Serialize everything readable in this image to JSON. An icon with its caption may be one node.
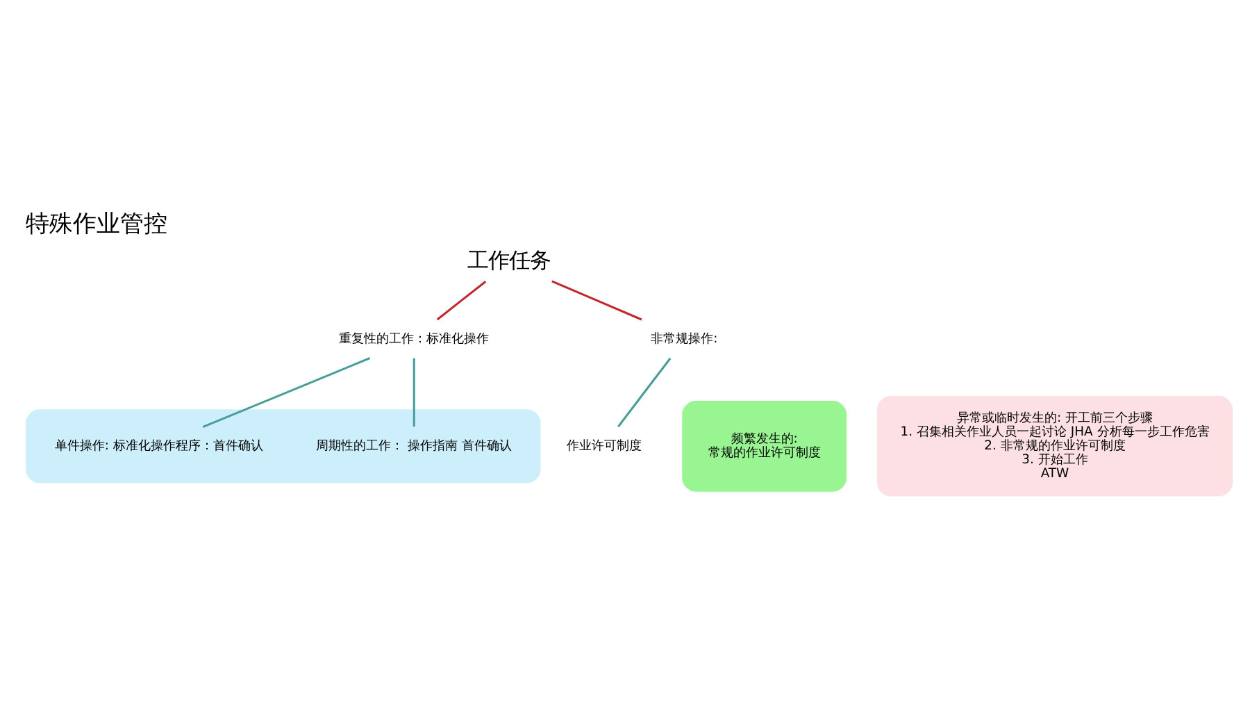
{
  "diagram": {
    "title": "特殊作业管控",
    "nodes": [
      {
        "text": [
          "工作任务"
        ]
      },
      {
        "text": [
          "重复性的工作：标准化操作"
        ]
      },
      {
        "text": [
          "非常规操作:"
        ]
      },
      {
        "text": [
          "作业许可制度"
        ]
      },
      {
        "text": [],
        "shape": "box"
      },
      {
        "text": [
          "单件操作: 标准化操作程序：首件确认"
        ],
        "in": 4
      },
      {
        "text": [
          "周期性的工作： 操作指南 首件确认"
        ],
        "in": 4
      },
      {
        "text": [
          "频繁发生的:",
          "常规的作业许可制度"
        ]
      },
      {
        "text": [
          "异常或临时发生的: 开工前三个步骤",
          "1. 召集相关作业人员一起讨论 JHA 分析每一步工作危害",
          "2. 非常规的作业许可制度",
          "3. 开始工作",
          "ATW"
        ]
      }
    ],
    "edges": [
      {
        "from": 0,
        "to": 1,
        "arrow": "none",
        "color": "#c0282e"
      },
      {
        "from": 0,
        "to": 2,
        "arrow": "none",
        "color": "#c0282e"
      },
      {
        "from": 2,
        "to": 3,
        "arrow": "none"
      },
      {
        "from": 1,
        "to": 5,
        "arrow": "none"
      },
      {
        "from": 1,
        "to": 6,
        "arrow": "none"
      }
    ]
  }
}
